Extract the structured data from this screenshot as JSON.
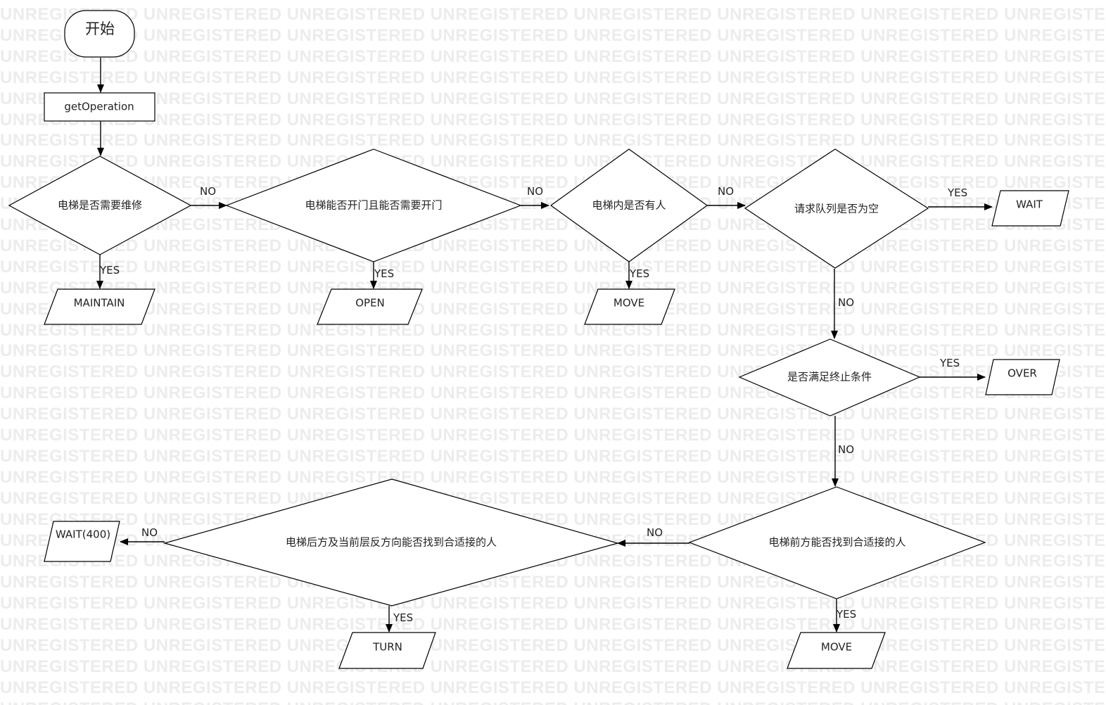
{
  "watermark": {
    "text": "UNREGISTERED",
    "color": "#ececec"
  },
  "nodes": {
    "start": "开始",
    "get_op": "getOperation",
    "d_maintain": "电梯是否需要维修",
    "out_maintain": "MAINTAIN",
    "d_open": "电梯能否开门且能否需要开门",
    "out_open": "OPEN",
    "d_people": "电梯内是否有人",
    "out_move1": "MOVE",
    "d_queue": "请求队列是否为空",
    "out_wait": "WAIT",
    "d_end": "是否满足终止条件",
    "out_over": "OVER",
    "d_front": "电梯前方能否找到合适接的人",
    "out_move2": "MOVE",
    "d_back": "电梯后方及当前层反方向能否找到合适接的人",
    "out_turn": "TURN",
    "out_wait400": "WAIT(400)"
  },
  "edges": {
    "maintain_no": "NO",
    "maintain_yes": "YES",
    "open_no": "NO",
    "open_yes": "YES",
    "people_no": "NO",
    "people_yes": "YES",
    "queue_yes": "YES",
    "queue_no": "NO",
    "end_yes": "YES",
    "end_no": "NO",
    "front_no": "NO",
    "front_yes": "YES",
    "back_no": "NO",
    "back_yes": "YES"
  }
}
